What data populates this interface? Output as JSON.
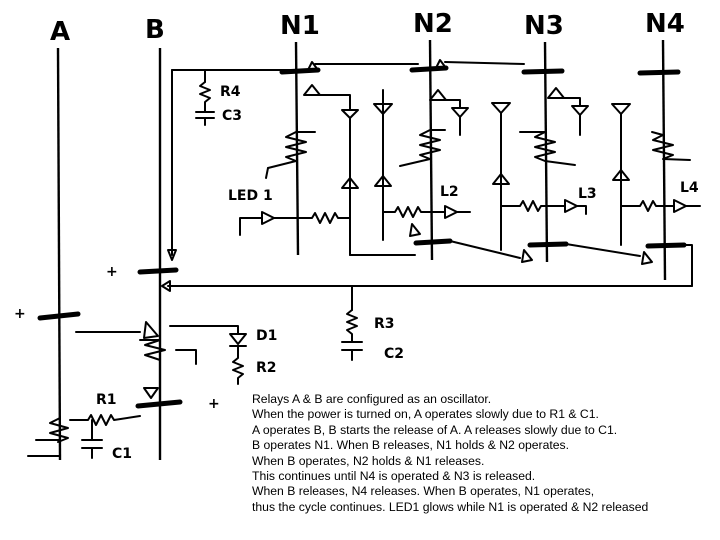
{
  "diagram": {
    "rail_labels": [
      "A",
      "B",
      "N1",
      "N2",
      "N3",
      "N4"
    ],
    "component_labels": {
      "r4": "R4",
      "c3": "C3",
      "led1": "LED 1",
      "l2": "L2",
      "l3": "L3",
      "l4": "L4",
      "r3": "R3",
      "c2": "C2",
      "d1": "D1",
      "r2": "R2",
      "r1": "R1",
      "c1": "C1"
    },
    "polarity": {
      "plus": "+"
    },
    "description": [
      "Relays A & B are configured as an oscillator.",
      "When the power is turned on, A operates slowly due to R1 & C1.",
      "A operates B, B starts the release of A.  A releases slowly due to C1.",
      "B operates N1.  When B releases, N1 holds & N2 operates.",
      "When B operates, N2 holds & N1 releases.",
      "This continues until N4 is operated & N3 is released.",
      "When B releases, N4 releases.  When B operates, N1 operates,",
      "thus the cycle continues. LED1 glows while N1 is operated & N2 released"
    ]
  }
}
